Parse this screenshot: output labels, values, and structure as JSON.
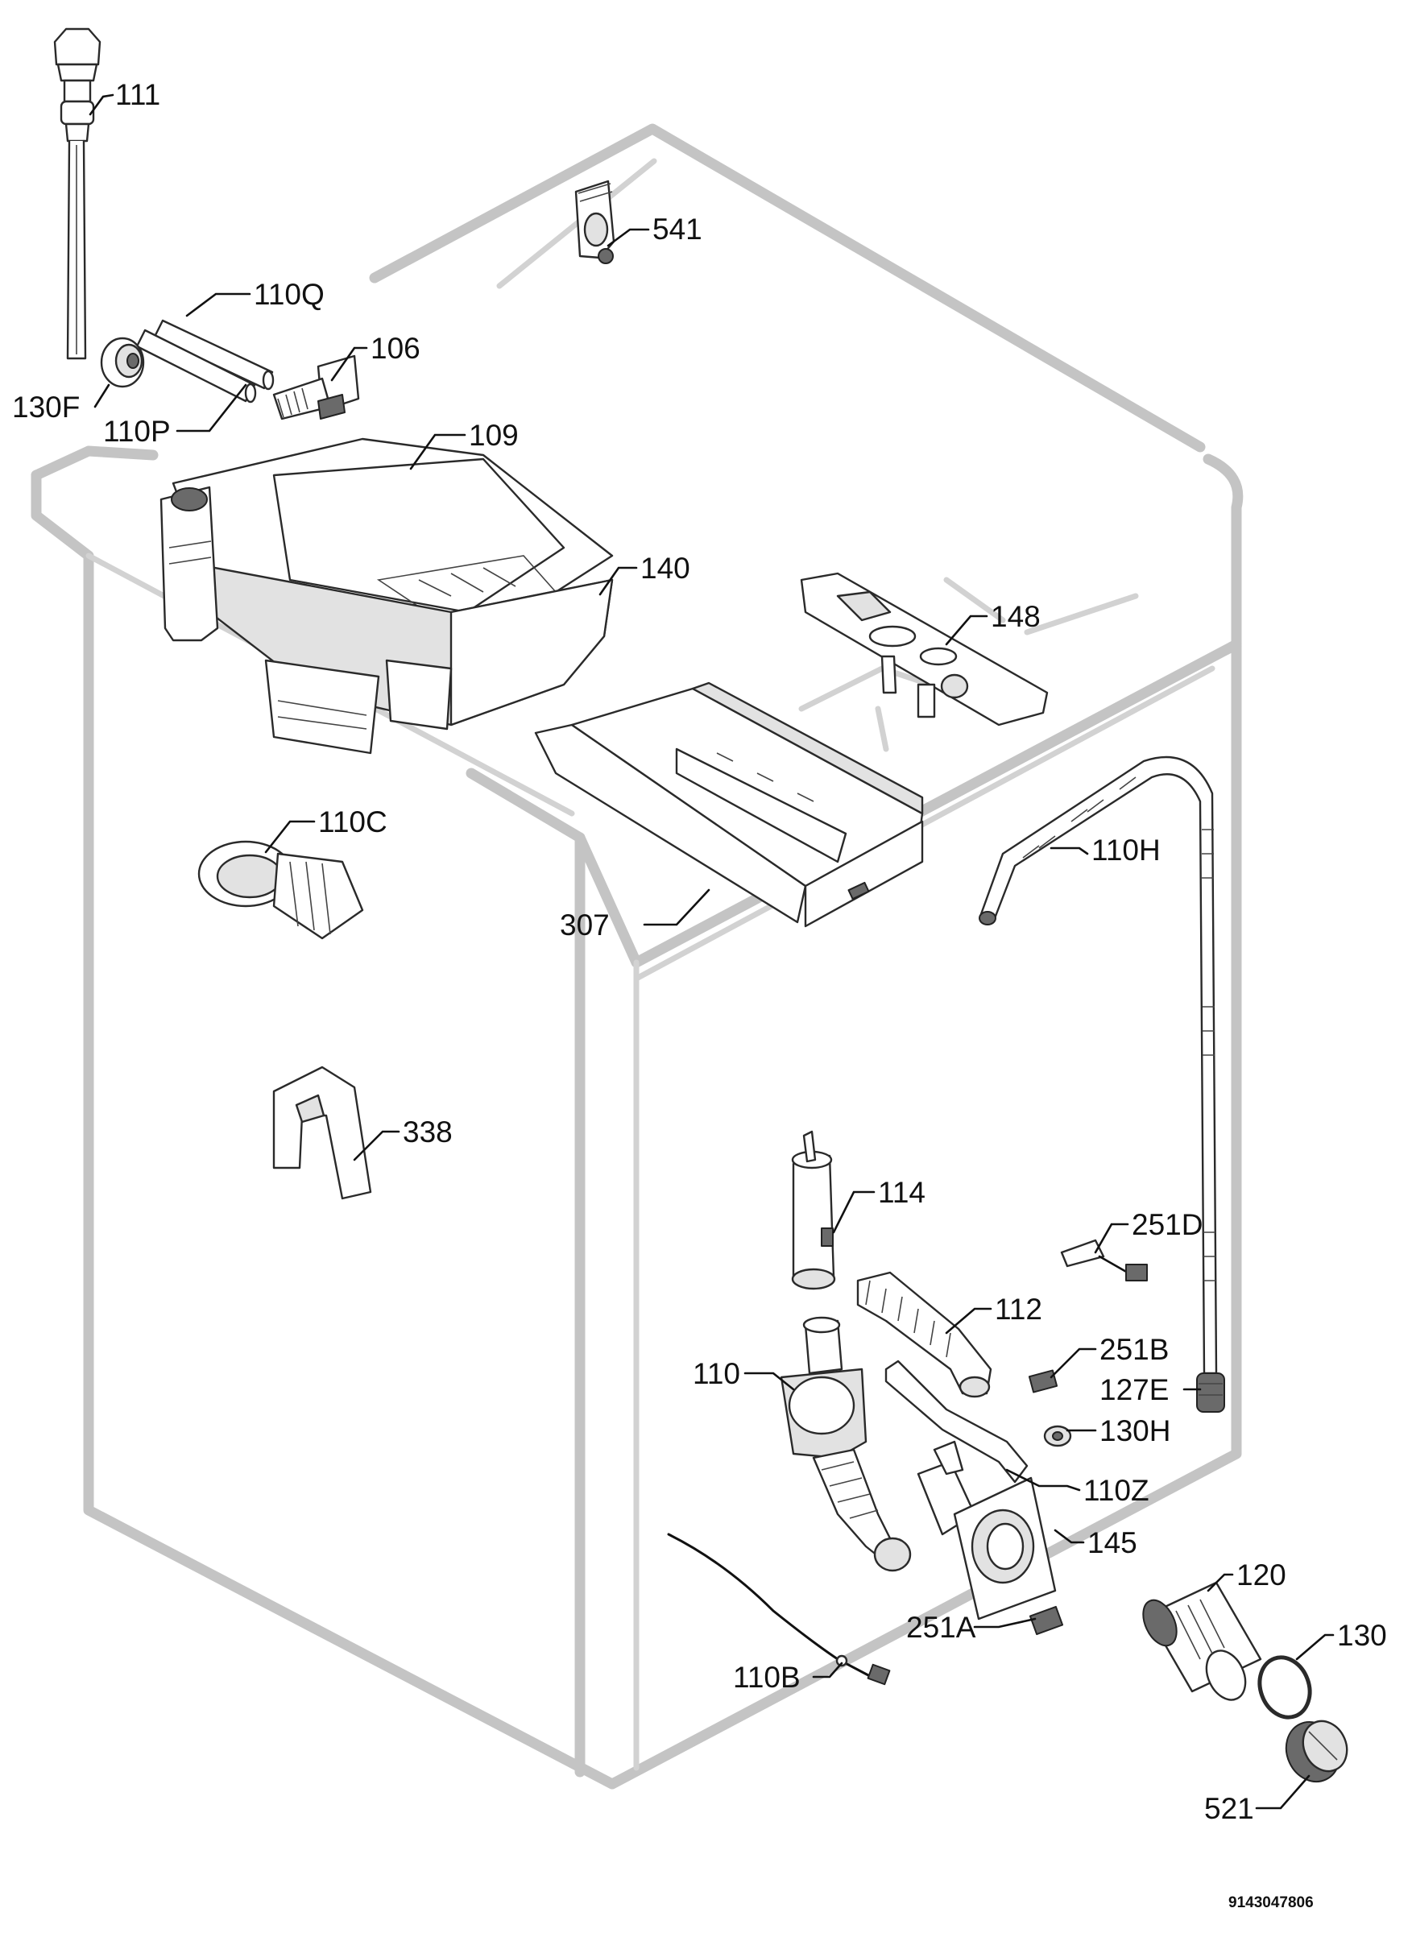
{
  "diagram": {
    "document_number": "9143047806",
    "parts": [
      {
        "id": "111"
      },
      {
        "id": "541"
      },
      {
        "id": "110Q"
      },
      {
        "id": "106"
      },
      {
        "id": "130F"
      },
      {
        "id": "110P"
      },
      {
        "id": "109"
      },
      {
        "id": "140"
      },
      {
        "id": "148"
      },
      {
        "id": "110C"
      },
      {
        "id": "110H"
      },
      {
        "id": "307"
      },
      {
        "id": "338"
      },
      {
        "id": "114"
      },
      {
        "id": "251D"
      },
      {
        "id": "112"
      },
      {
        "id": "251B"
      },
      {
        "id": "110"
      },
      {
        "id": "127E"
      },
      {
        "id": "130H"
      },
      {
        "id": "110Z"
      },
      {
        "id": "145"
      },
      {
        "id": "120"
      },
      {
        "id": "130"
      },
      {
        "id": "251A"
      },
      {
        "id": "110B"
      },
      {
        "id": "521"
      }
    ]
  }
}
